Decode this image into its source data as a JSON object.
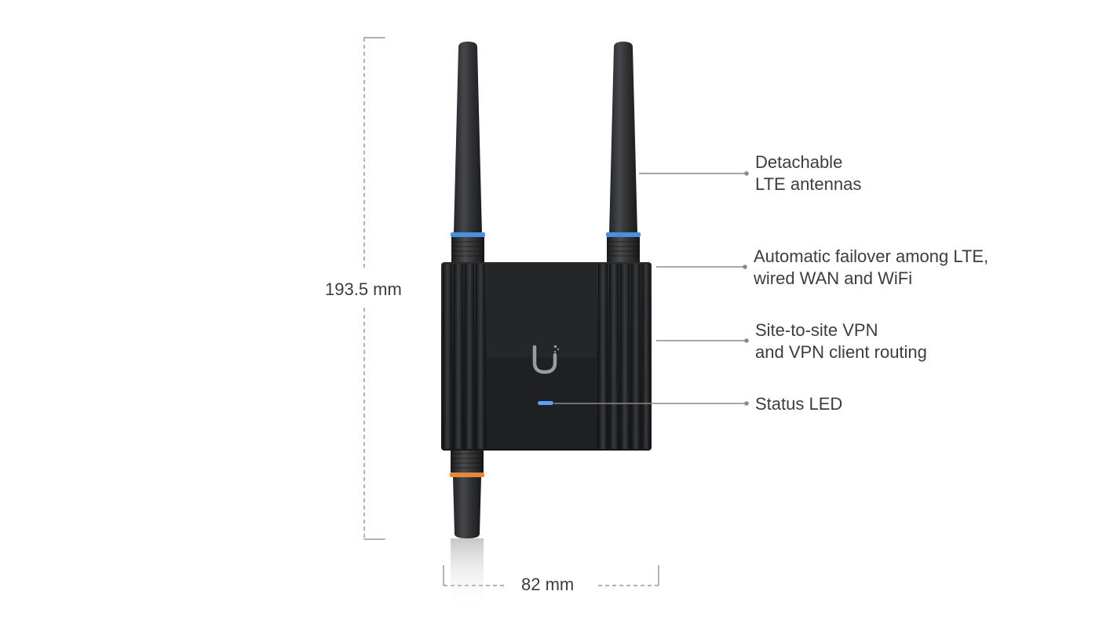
{
  "dimensions": {
    "height": "193.5 mm",
    "width": "82 mm"
  },
  "callouts": {
    "antennas": {
      "line1": "Detachable",
      "line2": "LTE antennas"
    },
    "failover": {
      "line1": "Automatic failover among LTE,",
      "line2": "wired WAN and WiFi"
    },
    "vpn": {
      "line1": "Site-to-site VPN",
      "line2": "and VPN client routing"
    },
    "led": {
      "line1": "Status LED"
    }
  },
  "colors": {
    "device_body": "#1c1c1e",
    "antenna": "#2e2f31",
    "antenna_ring_lte": "#4a8fe0",
    "antenna_ring_orange": "#e8873a",
    "status_led": "#5aa0ff",
    "leader_line": "#8a8a8a",
    "dimension_line": "#9a9a9a",
    "text": "#3d3d3d"
  },
  "icons": {
    "brand_logo": "ubiquiti-u-logo-icon"
  }
}
